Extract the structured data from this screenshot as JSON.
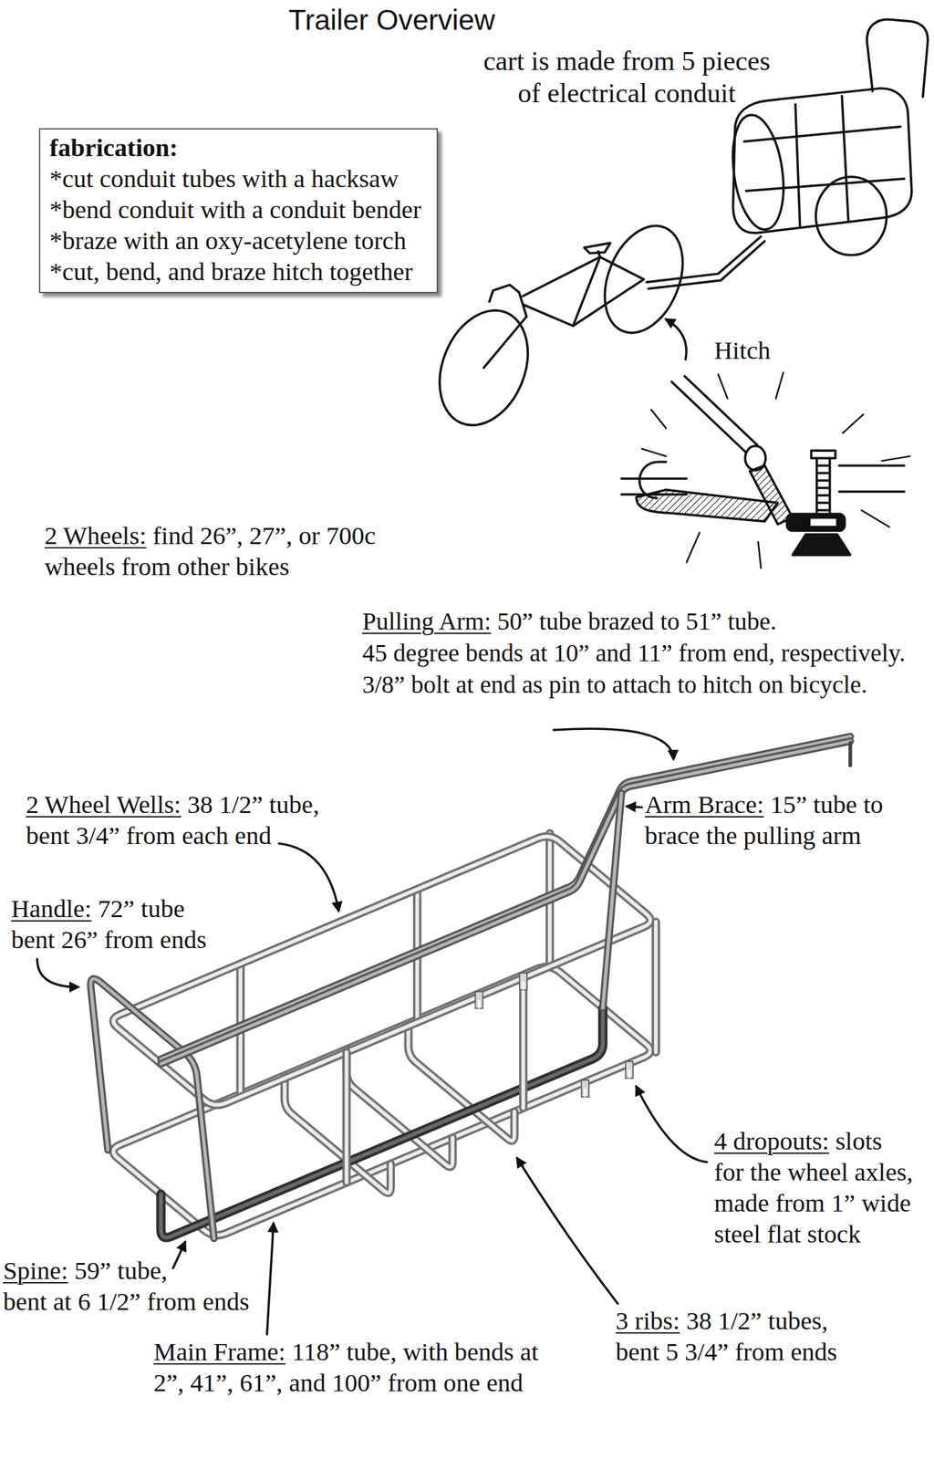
{
  "diagram": {
    "title": "Trailer Overview",
    "nodes": [
      {
        "text": [
          "fabrication:",
          "*cut conduit tubes with a hacksaw",
          "*bend conduit with a conduit bender",
          "*braze with an oxy-acetylene torch",
          "*cut, bend, and braze hitch together"
        ]
      }
    ],
    "labels": [
      "cart is made from 5 pieces of electrical conduit",
      "Hitch",
      "2 Wheels:",
      "find 26”, 27”, or 700c wheels from other bikes",
      "Pulling Arm:",
      "50” tube brazed to 51” tube.",
      "45 degree bends at 10” and 11” from end, respectively.",
      "3/8” bolt at end as pin to attach to hitch on bicycle.",
      "2 Wheel Wells:",
      "38 1/2” tube, bent 3/4” from each end",
      "Arm Brace:",
      "15” tube to brace the pulling arm",
      "Handle:",
      "72” tube bent 26” from ends",
      "4 dropouts:",
      "slots for the wheel axles, made from 1” wide steel flat stock",
      "Spine:",
      "59” tube,",
      "bent at 6 1/2” from ends",
      "3 ribs:",
      "38 1/2” tubes, bent 5 3/4” from ends",
      "Main Frame:",
      "118” tube, with bends at 2”, 41”, 61”, and 100” from one end"
    ]
  }
}
